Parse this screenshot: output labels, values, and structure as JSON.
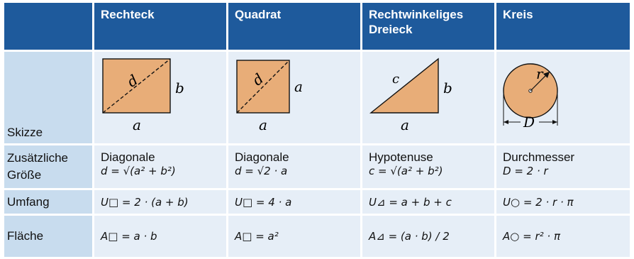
{
  "header": {
    "corner": "",
    "col1": "Rechteck",
    "col2": "Quadrat",
    "col3": "Rechtwinkeliges Dreieck",
    "col4": "Kreis"
  },
  "rows": {
    "skizze": "Skizze",
    "groesse_line1": "Zusätzliche",
    "groesse_line2": "Größe",
    "umfang": "Umfang",
    "flaeche": "Fläche"
  },
  "sketch": {
    "rect_d": "d",
    "rect_b": "b",
    "rect_a": "a",
    "square_d": "d",
    "square_side_right": "a",
    "square_side_bottom": "a",
    "tri_c": "c",
    "tri_b": "b",
    "tri_a": "a",
    "circle_r": "r",
    "circle_D": "D",
    "fill_color": "#e8ad78"
  },
  "extra": {
    "rect_name": "Diagonale",
    "rect_formula": "d = √(a² + b²)",
    "square_name": "Diagonale",
    "square_formula": "d = √2 · a",
    "tri_name": "Hypotenuse",
    "tri_formula": "c = √(a² + b²)",
    "circle_name": "Durchmesser",
    "circle_formula": "D = 2 · r"
  },
  "umfang": {
    "rect": "U□ = 2 · (a + b)",
    "square": "U□ = 4 · a",
    "tri": "U⊿ = a + b + c",
    "circle": "U○ = 2 · r · π"
  },
  "flaeche": {
    "rect": "A□ = a · b",
    "square": "A□ = a²",
    "tri": "A⊿ = (a · b) / 2",
    "circle": "A○ = r² · π"
  },
  "colors": {
    "header": "#1e5a9c",
    "row_label": "#c8dcee",
    "cell": "#e6eef7",
    "shape": "#e8ad78"
  }
}
